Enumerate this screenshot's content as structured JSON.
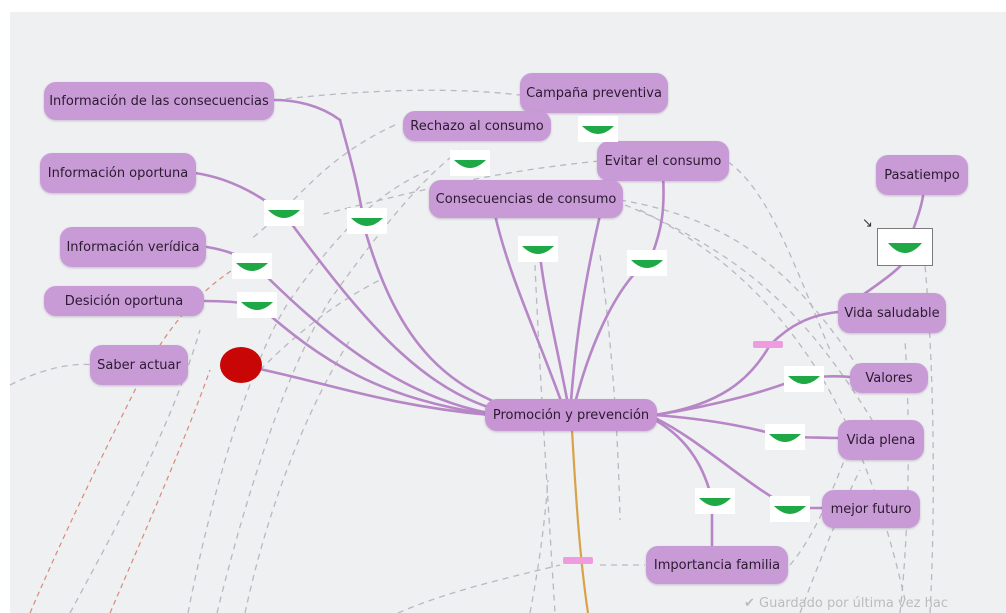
{
  "diagram": {
    "root": "Promoción y prevención",
    "nodes": {
      "info_consecuencias": "Información de las consecuencias",
      "campana": "Campaña preventiva",
      "rechazo": "Rechazo al consumo",
      "evitar": "Evitar el consumo",
      "info_oportuna": "Información oportuna",
      "consecuencias_consumo": "Consecuencias de consumo",
      "pasatiempo": "Pasatiempo",
      "info_veridica": "Información verídica",
      "desicion": "Desición oportuna",
      "vida_saludable": "Vida saludable",
      "saber_actuar": "Saber actuar",
      "valores": "Valores",
      "vida_plena": "Vida plena",
      "mejor_futuro": "mejor futuro",
      "importancia_familia": "Importancia familia"
    },
    "colors": {
      "node": "#c99bd6",
      "link": "#b786c6",
      "smile": "#1fa846",
      "dash": "#f09adf",
      "red": "#c80606",
      "dashed": "#b9b4bd"
    }
  },
  "status": {
    "saved": "✔ Guardado por última vez hac"
  }
}
